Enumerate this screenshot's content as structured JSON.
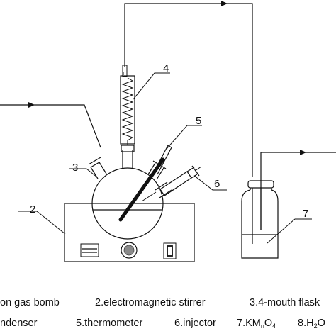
{
  "callouts": {
    "c2": "2",
    "c3": "3",
    "c4": "4",
    "c5": "5",
    "c6": "6",
    "c7": "7"
  },
  "legend": {
    "row1": {
      "item1": "on gas bomb",
      "item2": "2.electromagnetic stirrer",
      "item3": "3.4-mouth flask"
    },
    "row2": {
      "item1": "ndenser",
      "item2": "5.thermometer",
      "item3": "6.injector",
      "item4_prefix": "7.KM",
      "item4_sub1": "n",
      "item4_mid": "O",
      "item4_sub2": "4",
      "item5_prefix": "8.H",
      "item5_sub": "2",
      "item5_suffix": "O"
    }
  }
}
